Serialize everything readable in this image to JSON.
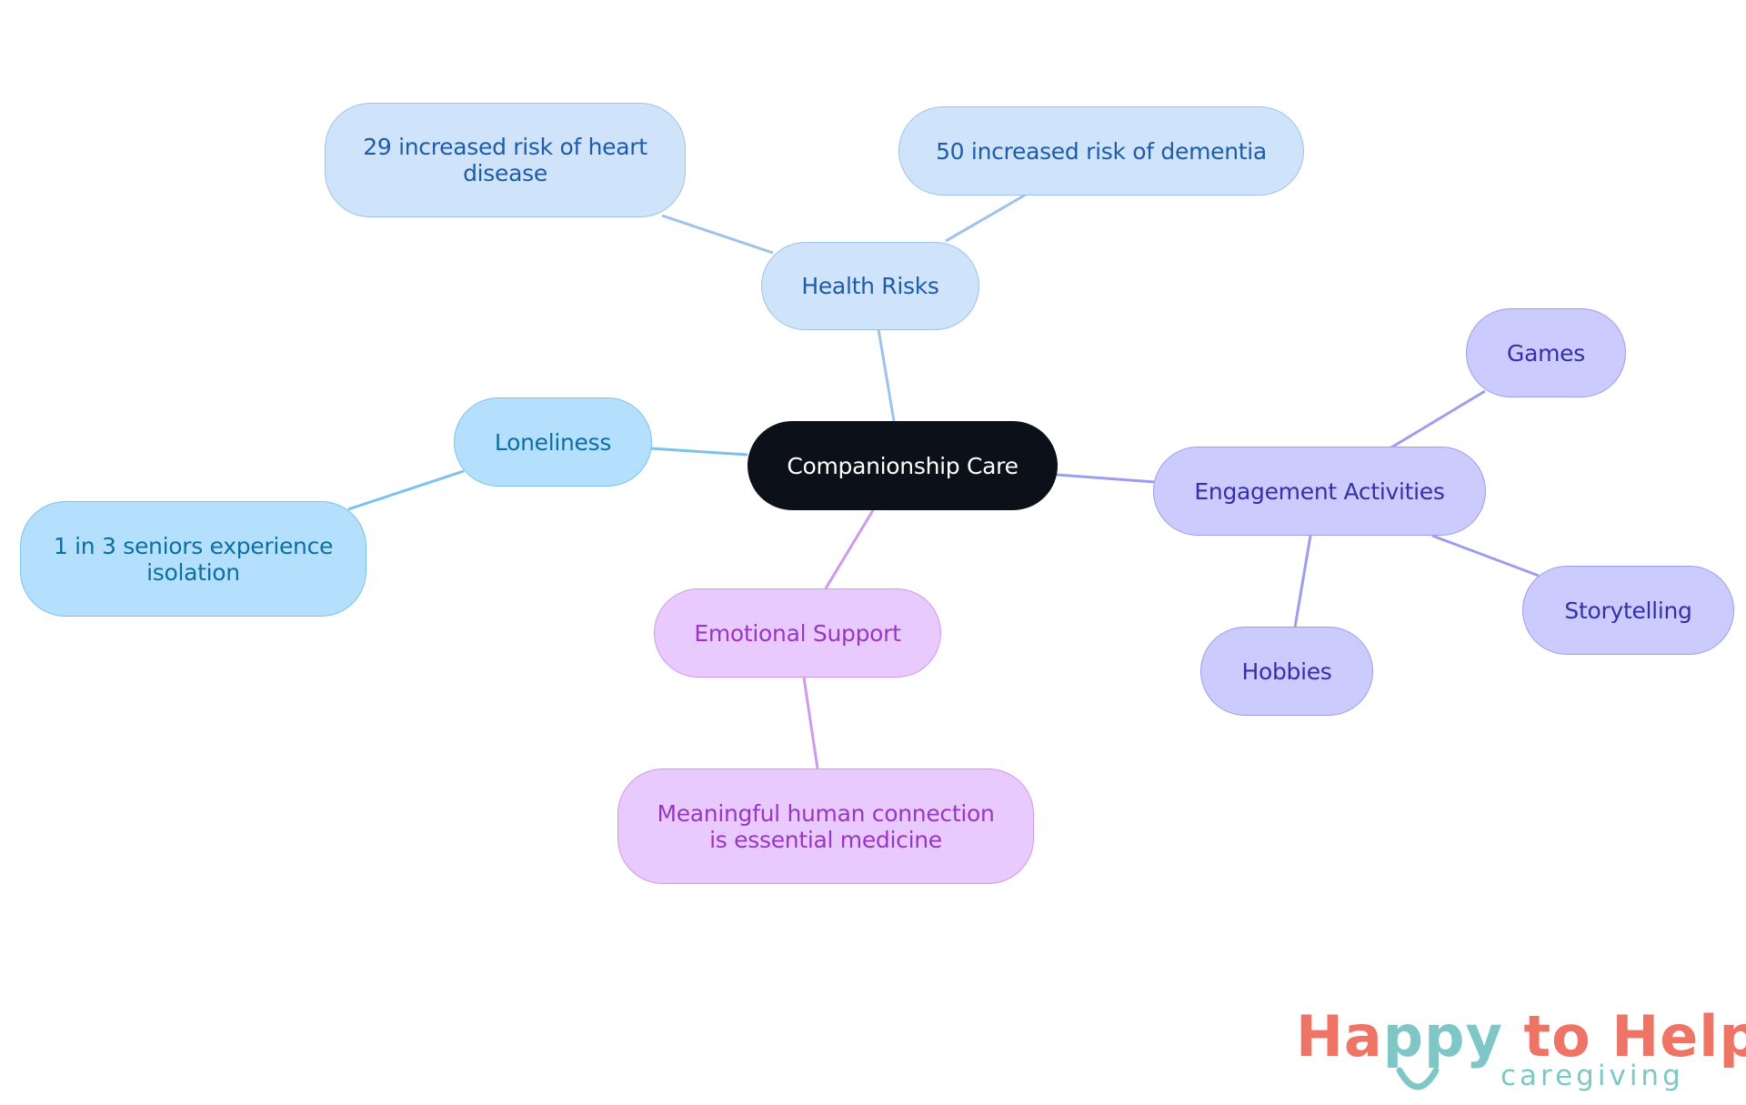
{
  "colors": {
    "root": "#0c1119",
    "health": "#cfe3fb",
    "loneliness": "#b5e0fd",
    "emotional": "#e9caff",
    "engagement": "#cbcbfd",
    "logo_coral": "#ee7466",
    "logo_teal": "#7fc7c6"
  },
  "mindmap": {
    "root": {
      "label": "Companionship Care"
    },
    "branches": {
      "health_risks": {
        "label": "Health Risks",
        "children": [
          {
            "line1": "29 increased risk of heart",
            "line2": "disease"
          },
          {
            "line1": "50 increased risk of dementia",
            "line2": ""
          }
        ]
      },
      "loneliness": {
        "label": "Loneliness",
        "children": [
          {
            "line1": "1 in 3 seniors experience",
            "line2": "isolation"
          }
        ]
      },
      "emotional_support": {
        "label": "Emotional Support",
        "children": [
          {
            "line1": "Meaningful human connection",
            "line2": "is essential medicine"
          }
        ]
      },
      "engagement_activities": {
        "label": "Engagement Activities",
        "children": [
          {
            "label": "Games"
          },
          {
            "label": "Storytelling"
          },
          {
            "label": "Hobbies"
          }
        ]
      }
    }
  },
  "logo": {
    "part1": "Ha",
    "part2": "ppy",
    "part3": " to Help",
    "tagline": "caregiving"
  }
}
